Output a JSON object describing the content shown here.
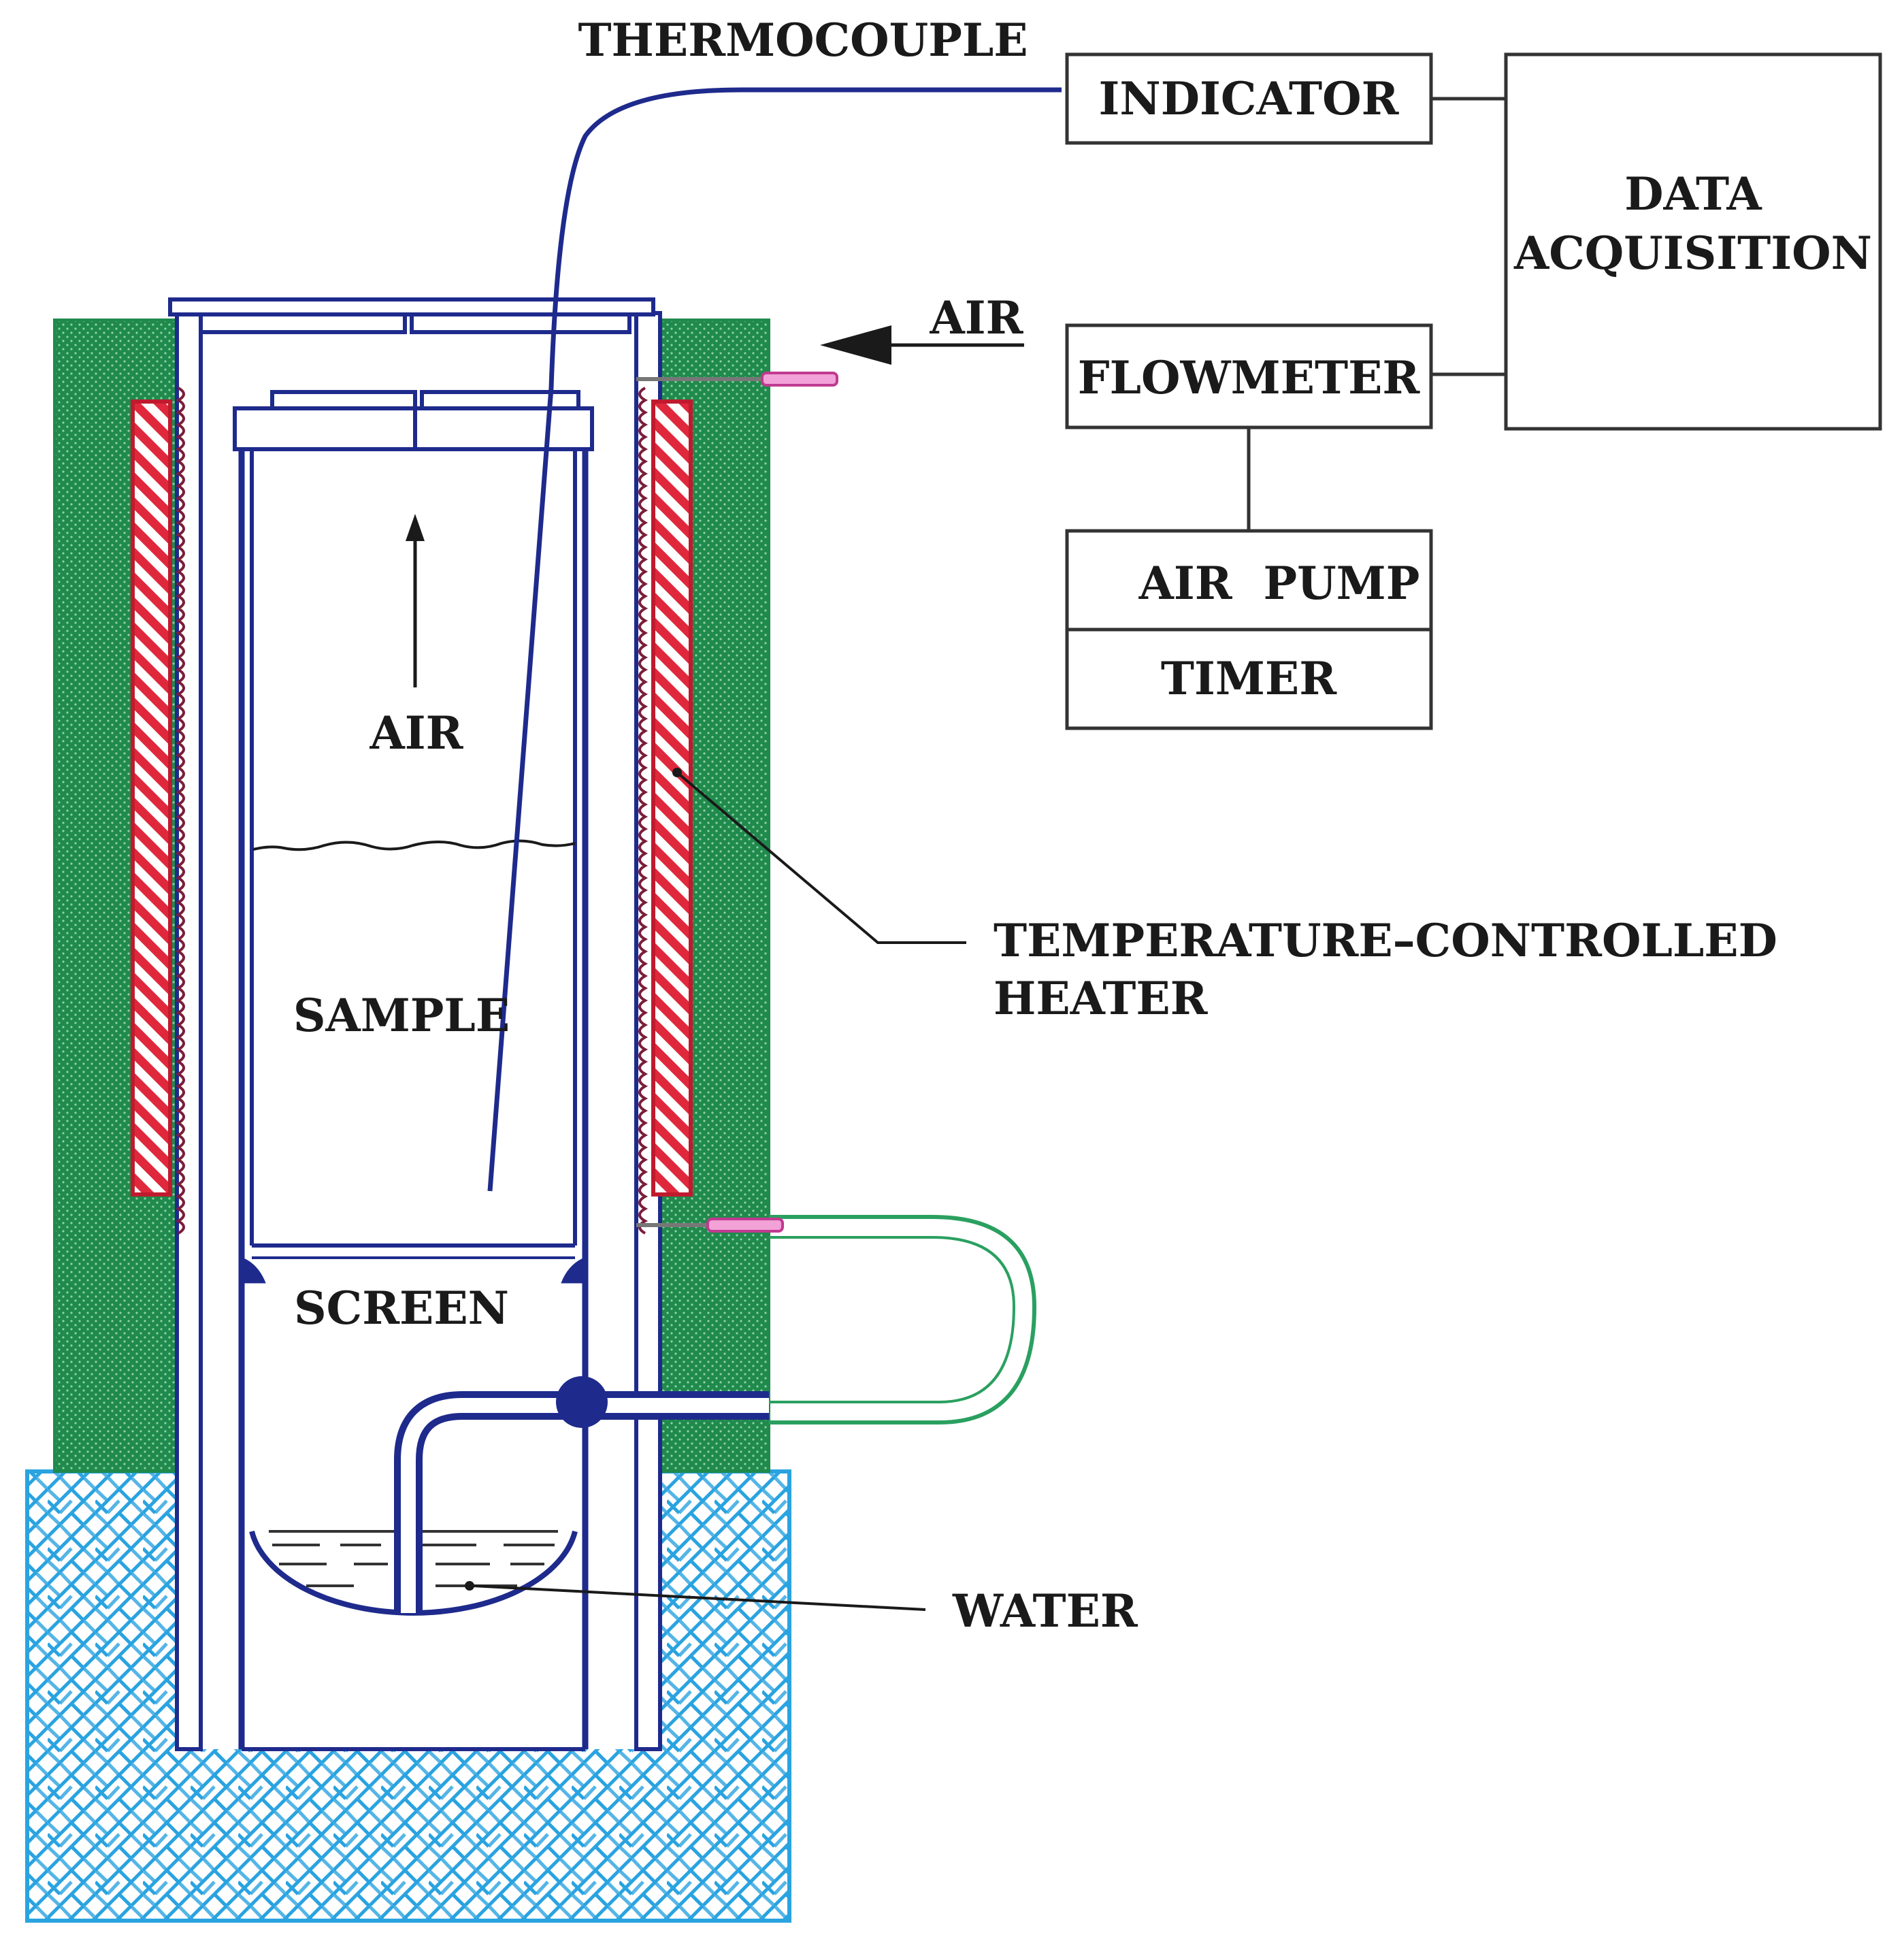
{
  "labels": {
    "thermocouple": "THERMOCOUPLE",
    "indicator": "INDICATOR",
    "data_acquisition_line1": "DATA",
    "data_acquisition_line2": "ACQUISITION",
    "air_inlet": "AIR",
    "flowmeter": "FLOWMETER",
    "air_pump": "AIR  PUMP",
    "timer": "TIMER",
    "air_inside": "AIR",
    "sample": "SAMPLE",
    "screen": "SCREEN",
    "heater_line1": "TEMPERATURE–CONTROLLED",
    "heater_line2": "HEATER",
    "water": "WATER"
  },
  "colors": {
    "insulation": "#1f8a4c",
    "heater": "#e0283c",
    "water_bath": "#2aa3e0",
    "vessel": "#1e2a8c",
    "thermocouple_wire": "#1e2a8c",
    "overflow_tube": "#2aa060",
    "inlet_tube": "#e060b0",
    "text": "#1a1a1a"
  }
}
